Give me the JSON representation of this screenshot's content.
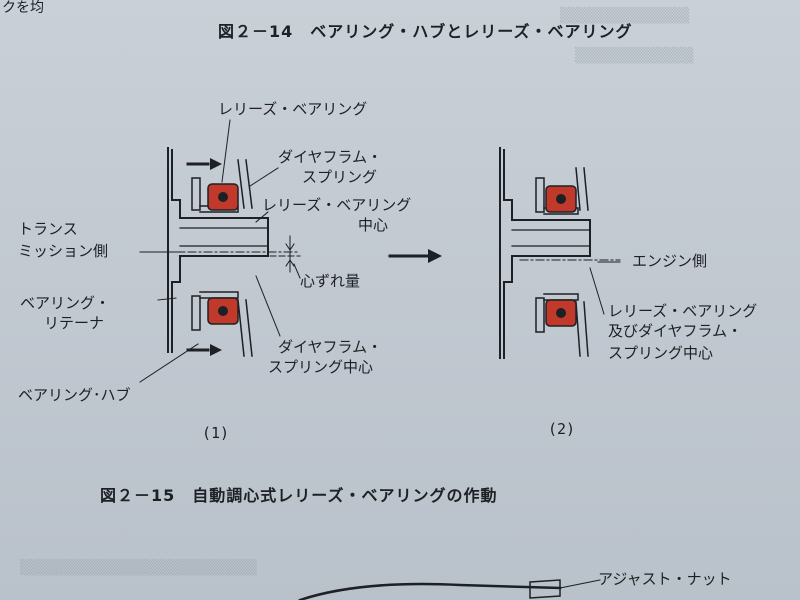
{
  "header_fragment": "クを均",
  "figure_14": {
    "title": "図２－14　ベアリング・ハブとレリーズ・ベアリング",
    "panel1": {
      "label_release_bearing": "レリーズ・ベアリング",
      "label_diaphragm_spring_1": "ダイヤフラム・",
      "label_diaphragm_spring_2": "スプリング",
      "label_release_center_1": "レリーズ・ベアリング",
      "label_release_center_2": "中心",
      "label_transmission_1": "トランス",
      "label_transmission_2": "ミッション側",
      "label_offset": "心ずれ量",
      "label_retainer_1": "ベアリング・",
      "label_retainer_2": "リテーナ",
      "label_diaphragm_center_1": "ダイヤフラム・",
      "label_diaphragm_center_2": "スプリング中心",
      "label_hub": "ベアリング･ハブ",
      "caption": "(1)"
    },
    "panel2": {
      "label_engine": "エンジン側",
      "label_combined_1": "レリーズ・ベアリング",
      "label_combined_2": "及びダイヤフラム・",
      "label_combined_3": "スプリング中心",
      "caption": "(2)"
    }
  },
  "figure_15": {
    "title": "図２－15　自動調心式レリーズ・ベアリングの作動",
    "label_adjust_nut": "アジャスト・ナット"
  },
  "colors": {
    "paper": "#c2c9d1",
    "ink": "#1d2024",
    "bearing_red": "#c0392b"
  }
}
